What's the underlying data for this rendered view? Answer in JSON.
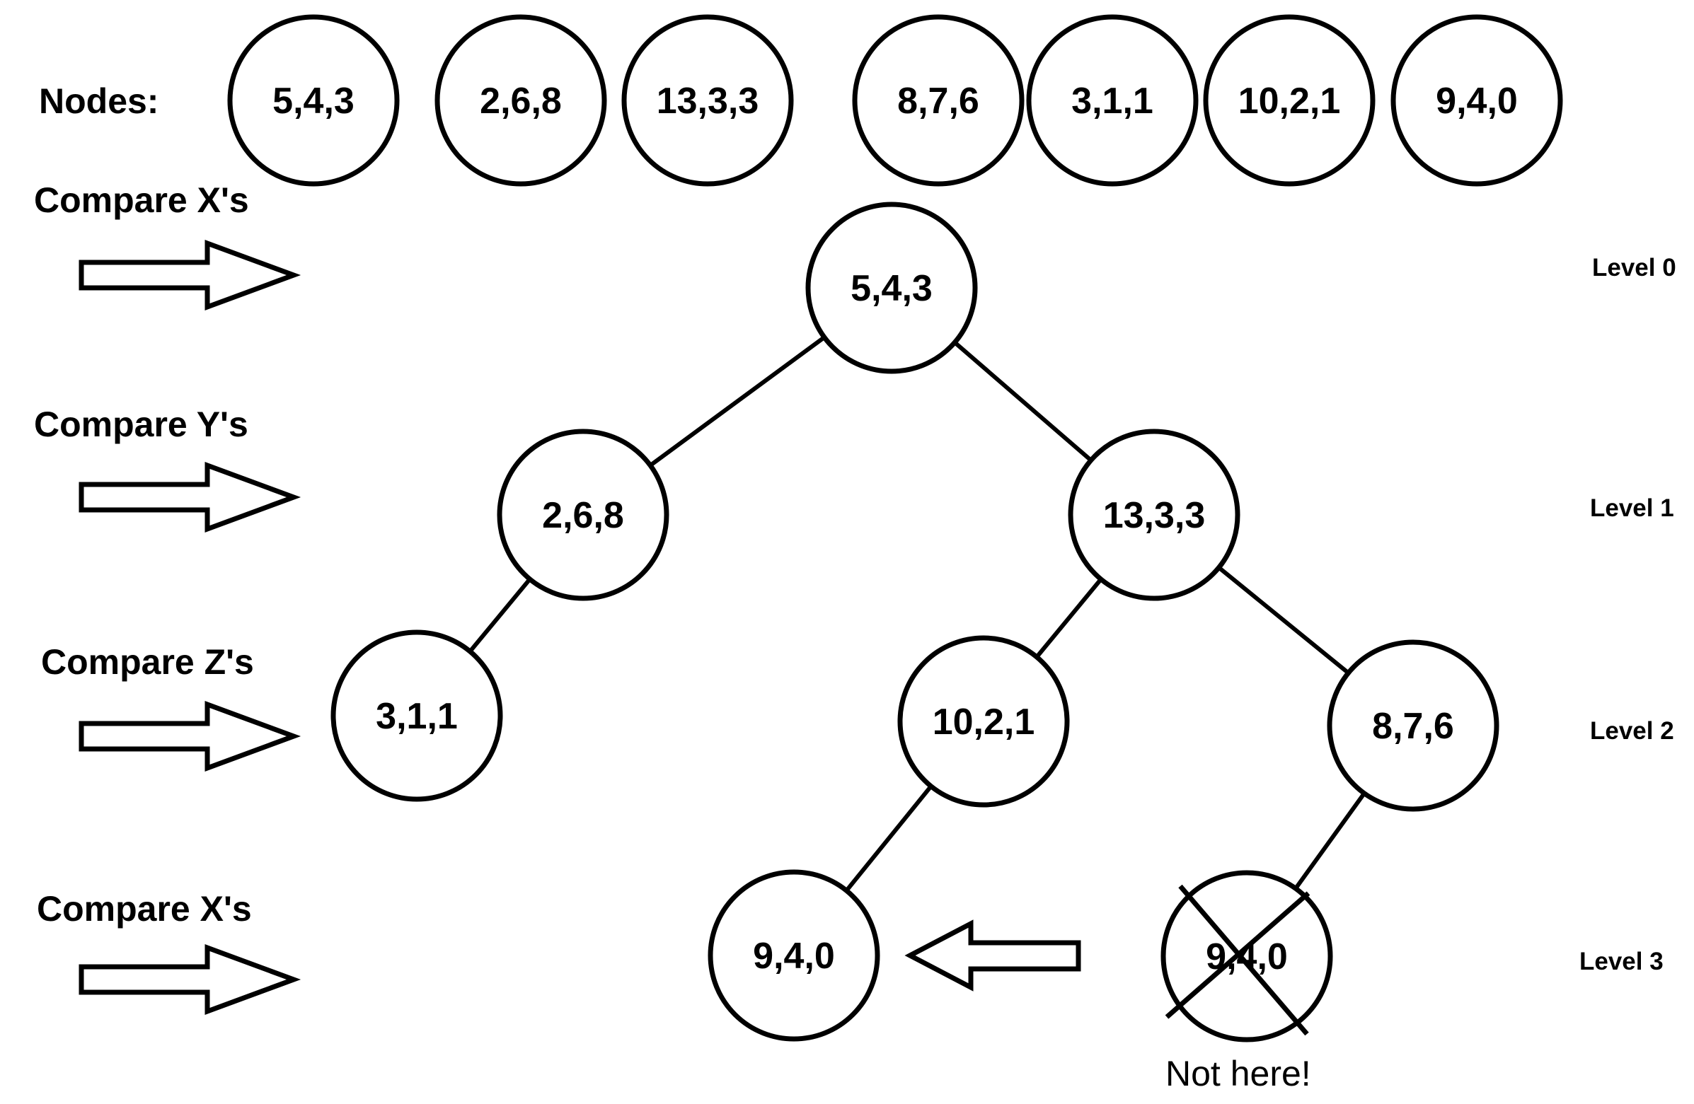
{
  "colors": {
    "ink": "#000000",
    "background": "#ffffff"
  },
  "nodes_row": {
    "label": "Nodes:",
    "values": [
      "5,4,3",
      "2,6,8",
      "13,3,3",
      "8,7,6",
      "3,1,1",
      "10,2,1",
      "9,4,0"
    ]
  },
  "compare_steps": {
    "step0": "Compare X's",
    "step1": "Compare Y's",
    "step2": "Compare Z's",
    "step3": "Compare X's"
  },
  "level_labels": {
    "level0": "Level 0",
    "level1": "Level 1",
    "level2": "Level 2",
    "level3": "Level 3"
  },
  "tree": {
    "root": "5,4,3",
    "level1_left": "2,6,8",
    "level1_right": "13,3,3",
    "level2_left": "3,1,1",
    "level2_mid": "10,2,1",
    "level2_right": "8,7,6",
    "level3_inserted": "9,4,0",
    "level3_rejected": "9,4,0",
    "rejected_note": "Not here!"
  }
}
